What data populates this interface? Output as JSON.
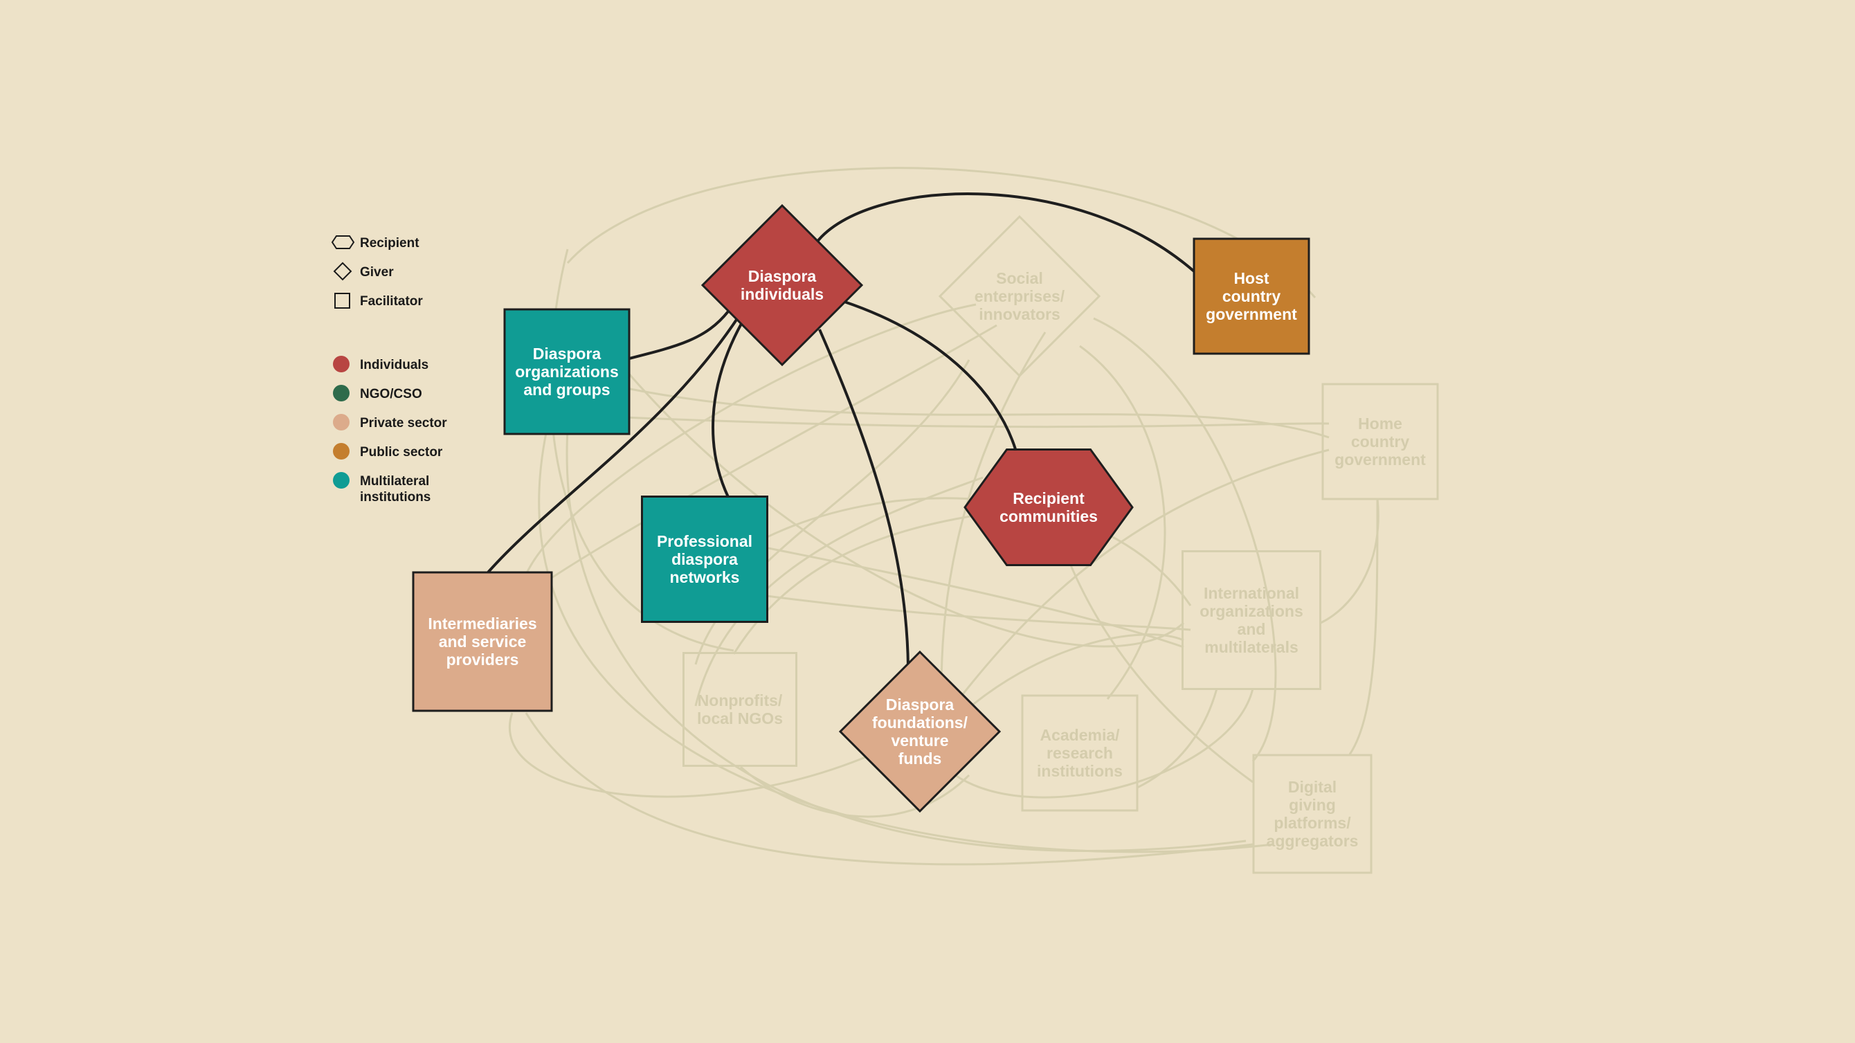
{
  "legend": {
    "shapes": [
      {
        "shape": "hexagon",
        "label": "Recipient"
      },
      {
        "shape": "diamond",
        "label": "Giver"
      },
      {
        "shape": "square",
        "label": "Facilitator"
      }
    ],
    "sectors": [
      {
        "key": "individuals",
        "label": "Individuals",
        "color": "#B84542"
      },
      {
        "key": "ngo",
        "label": "NGO/CSO",
        "color": "#2E6B4B"
      },
      {
        "key": "private",
        "label": "Private sector",
        "color": "#DCAB8B"
      },
      {
        "key": "public",
        "label": "Public sector",
        "color": "#C47E2E"
      },
      {
        "key": "multilateral",
        "label": "Multilateral institutions",
        "color": "#109C94"
      }
    ]
  },
  "nodes": [
    {
      "id": "diaspora-individuals",
      "label": "Diaspora individuals",
      "role": "giver",
      "sector": "individuals",
      "active": true
    },
    {
      "id": "social-enterprises",
      "label": "Social enterprises/ innovators",
      "role": "giver",
      "sector": "private",
      "active": false
    },
    {
      "id": "host-country-government",
      "label": "Host country government",
      "role": "facilitator",
      "sector": "public",
      "active": true
    },
    {
      "id": "diaspora-organizations",
      "label": "Diaspora organizations and groups",
      "role": "facilitator",
      "sector": "multilateral",
      "active": true
    },
    {
      "id": "home-country-government",
      "label": "Home country government",
      "role": "facilitator",
      "sector": "public",
      "active": false
    },
    {
      "id": "recipient-communities",
      "label": "Recipient communities",
      "role": "recipient",
      "sector": "individuals",
      "active": true
    },
    {
      "id": "professional-networks",
      "label": "Professional diaspora networks",
      "role": "facilitator",
      "sector": "multilateral",
      "active": true
    },
    {
      "id": "intermediaries",
      "label": "Intermediaries and service providers",
      "role": "facilitator",
      "sector": "private",
      "active": true
    },
    {
      "id": "international-orgs",
      "label": "International organizations and multilaterals",
      "role": "facilitator",
      "sector": "multilateral",
      "active": false
    },
    {
      "id": "nonprofits",
      "label": "Nonprofits/ local NGOs",
      "role": "facilitator",
      "sector": "ngo",
      "active": false
    },
    {
      "id": "diaspora-foundations",
      "label": "Diaspora foundations/ venture funds",
      "role": "giver",
      "sector": "private",
      "active": true
    },
    {
      "id": "academia",
      "label": "Academia/ research institutions",
      "role": "facilitator",
      "sector": "ngo",
      "active": false
    },
    {
      "id": "digital-platforms",
      "label": "Digital giving platforms/ aggregators",
      "role": "facilitator",
      "sector": "private",
      "active": false
    }
  ],
  "active_links": [
    [
      "diaspora-individuals",
      "host-country-government"
    ],
    [
      "diaspora-individuals",
      "diaspora-organizations"
    ],
    [
      "diaspora-individuals",
      "recipient-communities"
    ],
    [
      "diaspora-individuals",
      "professional-networks"
    ],
    [
      "diaspora-individuals",
      "intermediaries"
    ],
    [
      "diaspora-individuals",
      "diaspora-foundations"
    ]
  ],
  "colors": {
    "background": "#EDE2C8",
    "inactive_stroke": "#D6CFAE",
    "inactive_text": "#D4CCAC",
    "active_stroke": "#1E1E1E",
    "active_text": "#FFFFFF"
  }
}
